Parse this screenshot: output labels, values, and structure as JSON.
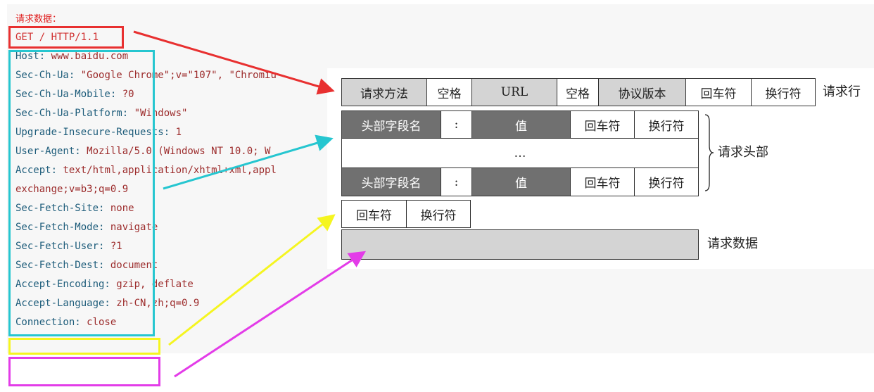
{
  "colors": {
    "request_line": "#e83030",
    "header": "#26c6d0",
    "blank_line": "#f5f520",
    "body": "#e33ce8"
  },
  "left": {
    "heading": "请求数据：",
    "request_line": "GET / HTTP/1.1",
    "headers": [
      {
        "key": "Host:",
        "value": " www.baidu.com"
      },
      {
        "key": "Sec-Ch-Ua:",
        "value": " \"Google Chrome\";v=\"107\", \"Chromiu"
      },
      {
        "key": "Sec-Ch-Ua-Mobile:",
        "value": " ?0"
      },
      {
        "key": "Sec-Ch-Ua-Platform:",
        "value": " \"Windows\""
      },
      {
        "key": "Upgrade-Insecure-Requests:",
        "value": " 1"
      },
      {
        "key": "User-Agent:",
        "value": " Mozilla/5.0 (Windows NT 10.0; W"
      },
      {
        "key": "Accept:",
        "value": " text/html,application/xhtml+xml,appl"
      },
      {
        "key": "",
        "value": "exchange;v=b3;q=0.9"
      },
      {
        "key": "Sec-Fetch-Site:",
        "value": " none"
      },
      {
        "key": "Sec-Fetch-Mode:",
        "value": " navigate"
      },
      {
        "key": "Sec-Fetch-User:",
        "value": " ?1"
      },
      {
        "key": "Sec-Fetch-Dest:",
        "value": " document"
      },
      {
        "key": "Accept-Encoding:",
        "value": " gzip, deflate"
      },
      {
        "key": "Accept-Language:",
        "value": " zh-CN,zh;q=0.9"
      },
      {
        "key": "Connection:",
        "value": " close"
      }
    ]
  },
  "diagram": {
    "row1": [
      "请求方法",
      "空格",
      "URL",
      "空格",
      "协议版本",
      "回车符",
      "换行符"
    ],
    "row1_label": "请求行",
    "header_row": [
      "头部字段名",
      ":",
      "值",
      "回车符",
      "换行符"
    ],
    "ellipsis": "…",
    "header_label": "请求头部",
    "blank_row": [
      "回车符",
      "换行符"
    ],
    "body_label": "请求数据"
  }
}
